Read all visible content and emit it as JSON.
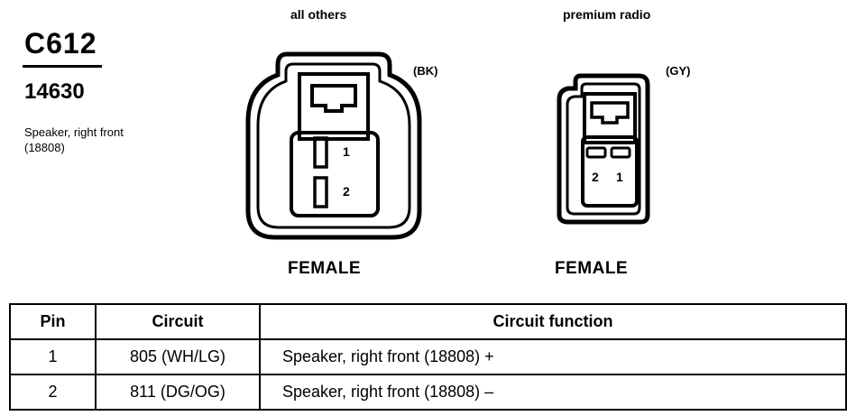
{
  "connector": {
    "code": "C612",
    "part_number": "14630",
    "description_line1": "Speaker, right front",
    "description_line2": "(18808)"
  },
  "variants": {
    "left": {
      "heading": "all others",
      "color_code": "(BK)",
      "gender": "FEMALE",
      "pins": [
        "1",
        "2"
      ]
    },
    "right": {
      "heading": "premium radio",
      "color_code": "(GY)",
      "gender": "FEMALE",
      "pins": [
        "2",
        "1"
      ]
    }
  },
  "table": {
    "headers": [
      "Pin",
      "Circuit",
      "Circuit function"
    ],
    "rows": [
      {
        "pin": "1",
        "circuit": "805 (WH/LG)",
        "function": "Speaker, right front (18808) +"
      },
      {
        "pin": "2",
        "circuit": "811 (DG/OG)",
        "function": "Speaker, right front (18808) –"
      }
    ]
  }
}
